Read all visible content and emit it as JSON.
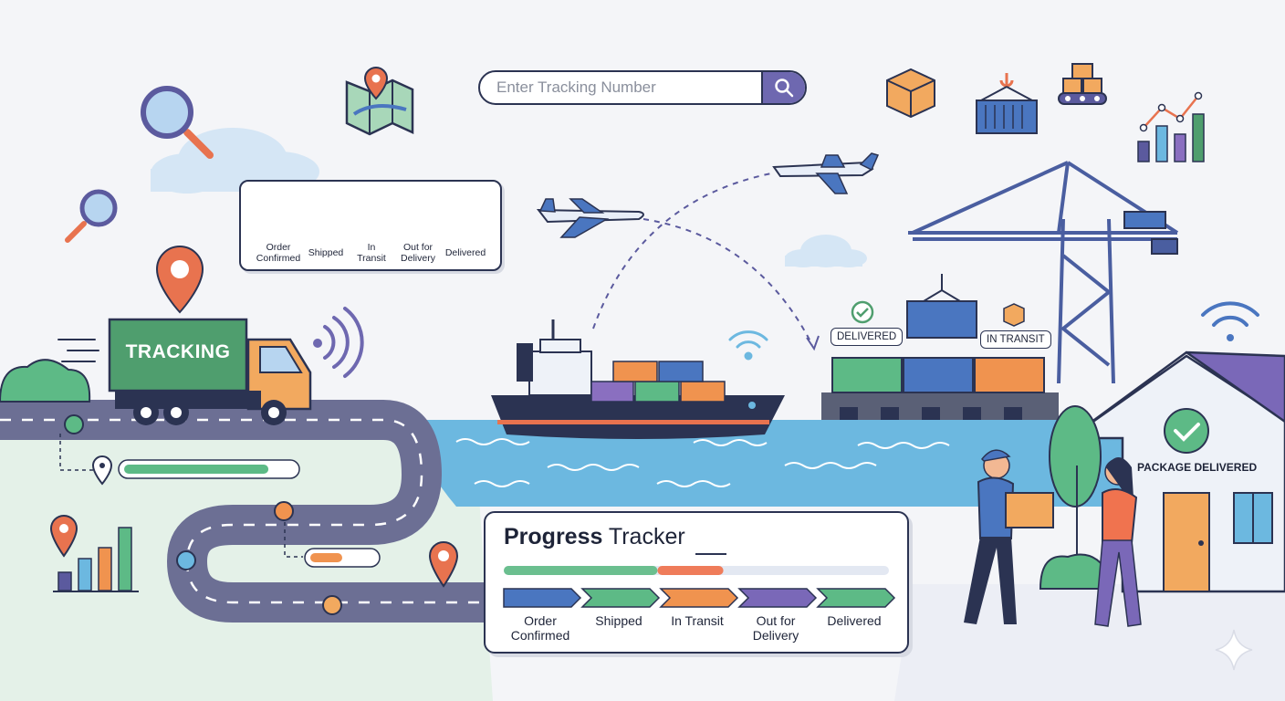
{
  "search": {
    "placeholder": "Enter Tracking Number"
  },
  "truck": {
    "label": "TRACKING"
  },
  "mini_tracker": {
    "stages": [
      {
        "label": "Order\nConfirmed",
        "color": "#5b5a9e"
      },
      {
        "label": "Shipped",
        "color": "#5b8fd6"
      },
      {
        "label": "In\nTransit",
        "color": "#e8734f"
      },
      {
        "label": "Out for\nDelivery",
        "color": "#f0a35a"
      },
      {
        "label": "Delivered",
        "color": "#4f9e6e"
      }
    ]
  },
  "progress_tracker": {
    "title_bold": "Progress",
    "title_rest": " Tracker",
    "progress_percent": 57,
    "stages": [
      {
        "label": "Order\nConfirmed",
        "color": "#4a76c0"
      },
      {
        "label": "Shipped",
        "color": "#5dba86"
      },
      {
        "label": "In Transit",
        "color": "#f0934f"
      },
      {
        "label": "Out for\nDelivery",
        "color": "#7a68b8"
      },
      {
        "label": "Delivered",
        "color": "#5dba86"
      }
    ]
  },
  "port_badges": {
    "delivered": "DELIVERED",
    "in_transit": "IN TRANSIT"
  },
  "house": {
    "label": "PACKAGE DELIVERED"
  },
  "road_progress": {
    "upper_percent": 85,
    "lower_percent": 50
  },
  "colors": {
    "navy": "#2b3352",
    "purple": "#6e68b0",
    "green": "#4f9e6e",
    "orange": "#f0934f",
    "blue": "#4a76c0",
    "water": "#6cb8e0"
  }
}
